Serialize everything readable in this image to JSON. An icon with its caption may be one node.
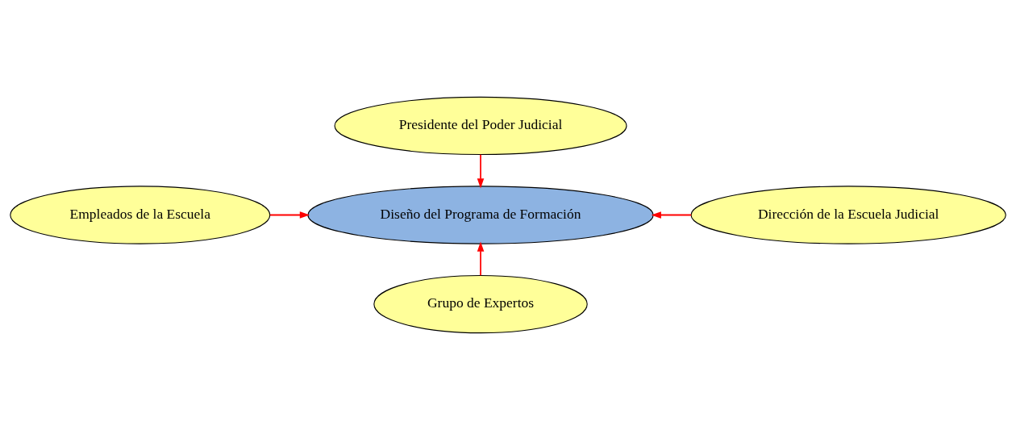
{
  "diagram": {
    "nodes": [
      {
        "text": [
          "Presidente del Poder Judicial"
        ]
      },
      {
        "text": [
          "Empleados de la Escuela"
        ]
      },
      {
        "text": [
          "Diseño del Programa de Formación"
        ]
      },
      {
        "text": [
          "Dirección de la Escuela Judicial"
        ]
      },
      {
        "text": [
          "Grupo de Expertos"
        ]
      }
    ],
    "edges": [
      {
        "from": 0,
        "to": 2,
        "arrow": "to"
      },
      {
        "from": 1,
        "to": 2,
        "arrow": "to"
      },
      {
        "from": 3,
        "to": 2,
        "arrow": "to"
      },
      {
        "from": 4,
        "to": 2,
        "arrow": "to"
      }
    ]
  }
}
